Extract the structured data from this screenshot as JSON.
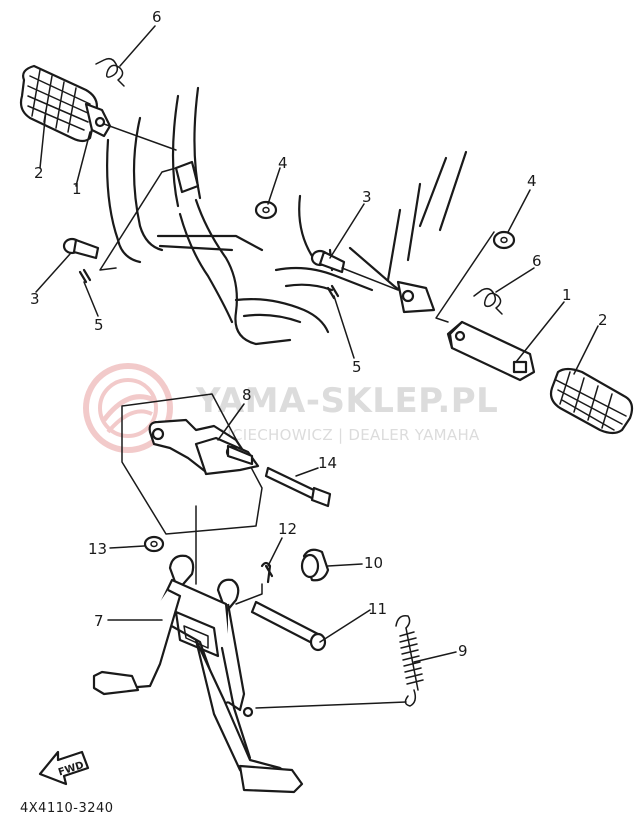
{
  "watermark": {
    "brand": "YAMA-SKLEP.PL",
    "tagline": "WOJCIECHOWICZ | DEALER YAMAHA",
    "color": "#e8a0a0",
    "text_color": "#d9d9d9"
  },
  "callouts": {
    "c6_top": "6",
    "c2_left": "2",
    "c1_left": "1",
    "c4_mid": "4",
    "c3_left": "3",
    "c5_left": "5",
    "c3_mid": "3",
    "c5_mid": "5",
    "c4_right": "4",
    "c6_right": "6",
    "c1_right": "1",
    "c2_right": "2",
    "c8": "8",
    "c14": "14",
    "c13": "13",
    "c12": "12",
    "c10": "10",
    "c7": "7",
    "c11": "11",
    "c9": "9"
  },
  "fwd_label": "FWD",
  "part_code": "4X4110-3240",
  "colors": {
    "ink": "#1a1a1a",
    "background": "#ffffff"
  }
}
